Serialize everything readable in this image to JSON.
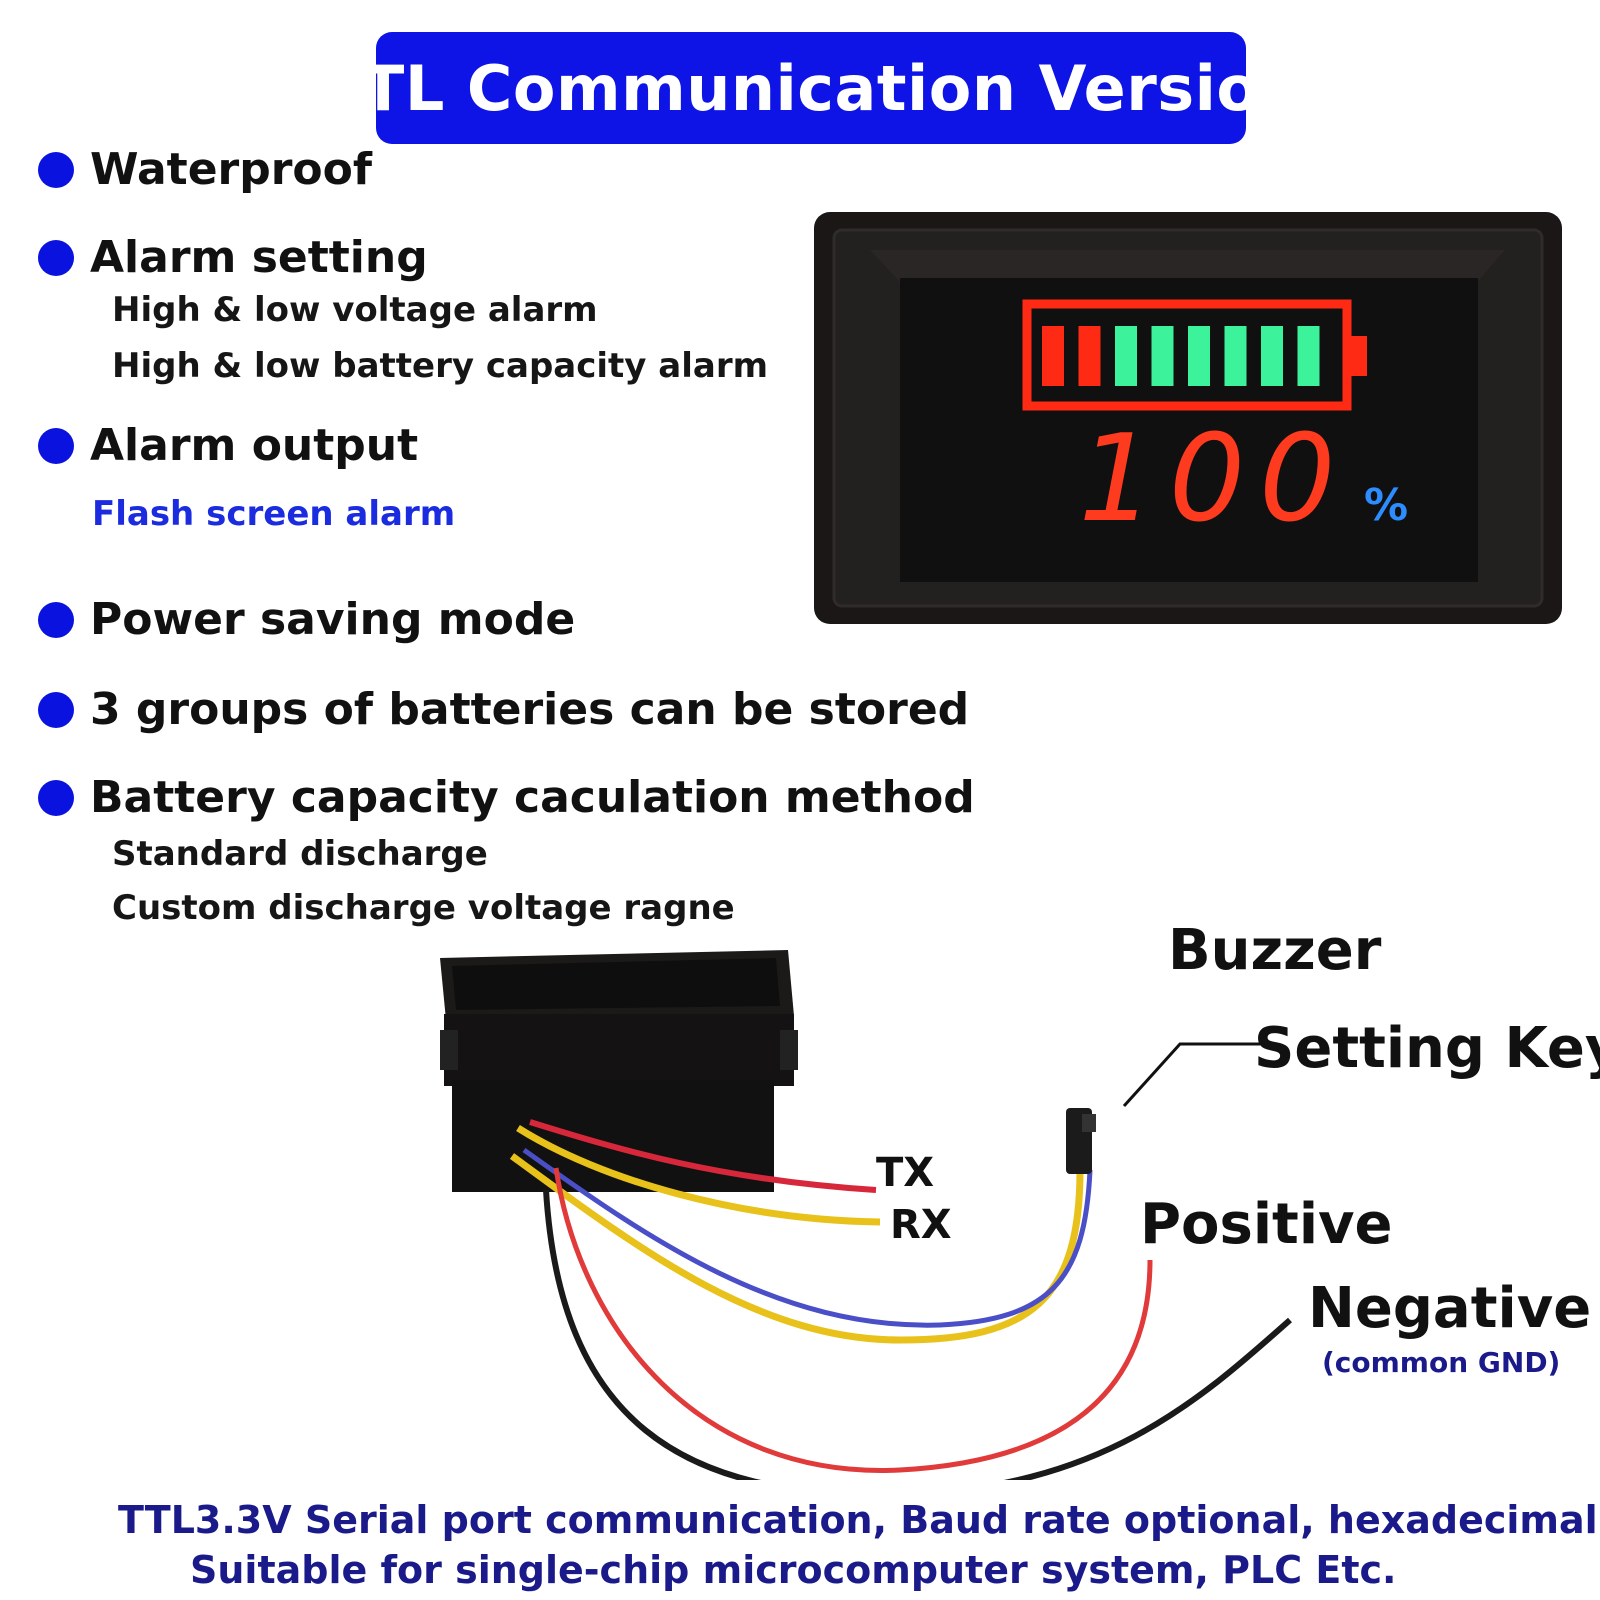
{
  "banner": {
    "title": "TTL Communication Version"
  },
  "features": [
    {
      "label": "Waterproof"
    },
    {
      "label": "Alarm setting",
      "details": [
        "High & low voltage alarm",
        "High & low battery capacity alarm"
      ]
    },
    {
      "label": "Alarm output",
      "details": [
        "Flash screen alarm"
      ]
    },
    {
      "label": "Power saving mode"
    },
    {
      "label": "3 groups of batteries can be stored"
    },
    {
      "label": "Battery capacity caculation method",
      "details": [
        "Standard discharge",
        "Custom discharge voltage ragne"
      ]
    }
  ],
  "display": {
    "reading": "100",
    "unit": "%",
    "battery_level_segments": 8,
    "red_segments": 2,
    "colors": {
      "digits": "#ff3b1f",
      "unit": "#2d8cff",
      "green_bar": "#3cf29a",
      "red_bar": "#ff2a14"
    }
  },
  "wiring": {
    "tx": "TX",
    "rx": "RX",
    "buzzer": "Buzzer",
    "setting_key": "Setting Key",
    "positive": "Positive",
    "negative": "Negative",
    "negative_sub": "(common GND)"
  },
  "footer": {
    "line1": "TTL3.3V Serial port communication, Baud rate optional, hexadecimal",
    "line2": "Suitable for single-chip microcomputer system, PLC Etc."
  }
}
